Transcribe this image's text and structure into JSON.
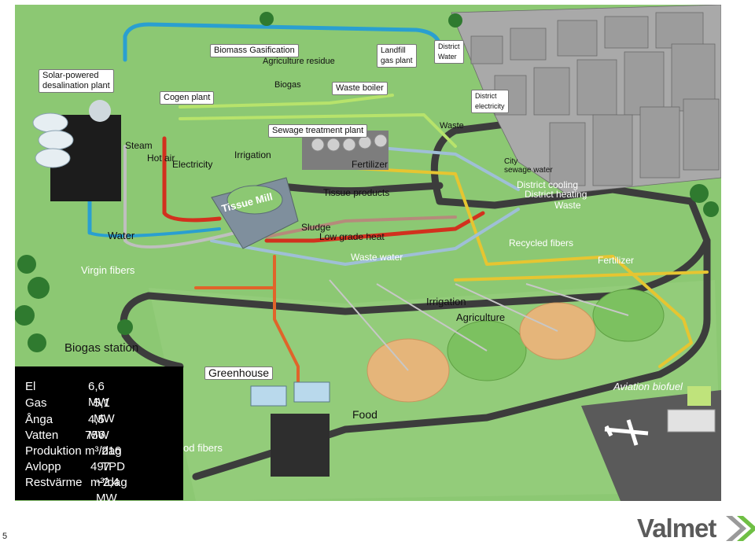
{
  "labels": {
    "solar": "Solar-powered\ndesalination plant",
    "biomass": "Biomass Gasification",
    "agri_residue": "Agriculture residue",
    "landfill": "Landfill\ngas plant",
    "district_water": "District\nWater",
    "cogen": "Cogen plant",
    "biogas": "Biogas",
    "waste_boiler": "Waste boiler",
    "district_electricity": "District\nelectricity",
    "steam": "Steam",
    "hot_air": "Hot air",
    "electricity": "Electricity",
    "irrigation_top": "Irrigation",
    "sewage": "Sewage treatment plant",
    "waste_top": "Waste",
    "fertilizer_top": "Fertilizer",
    "city_sewage": "City\nsewage water",
    "tissue_mill": "Tissue Mill",
    "tissue_products": "Tissue products",
    "district_cooling": "District cooling",
    "district_heating": "District heating",
    "waste_right": "Waste",
    "sludge": "Sludge",
    "low_grade_heat": "Low grade heat",
    "water": "Water",
    "recycled_fibers": "Recycled fibers",
    "waste_water": "Waste water",
    "virgin_fibers": "Virgin fibers",
    "fertilizer_right": "Fertilizer",
    "irrigation_mid": "Irrigation",
    "agriculture": "Agriculture",
    "biogas_station": "Biogas station",
    "greenhouse": "Greenhouse",
    "aviation_biofuel": "Aviation biofuel",
    "food": "Food",
    "od_fibers": "od fibers"
  },
  "stats": [
    {
      "name": "El",
      "value": "6,6 MW"
    },
    {
      "name": "Gas",
      "value": "5,1 MW"
    },
    {
      "name": "Ånga",
      "value": "4,5 MW"
    },
    {
      "name": "Vatten",
      "value": "756 m³/dag"
    },
    {
      "name": "Produktion",
      "value": "216 TPD"
    },
    {
      "name": "Avlopp",
      "value": "497 m³/dag"
    },
    {
      "name": "Restvärme",
      "value": "~2,4 MW"
    }
  ],
  "page_number": "5",
  "brand": "Valmet",
  "colors": {
    "grass": "#8cc873",
    "road": "#3c3c3c",
    "water_pipe": "#2a9fd0",
    "heat_pipe": "#d2311e",
    "wastewater_pipe": "#e0642a",
    "fertilizer_pipe": "#e6c531",
    "biogas_pipe": "#b7e36b",
    "brand_green": "#6fbf44"
  }
}
